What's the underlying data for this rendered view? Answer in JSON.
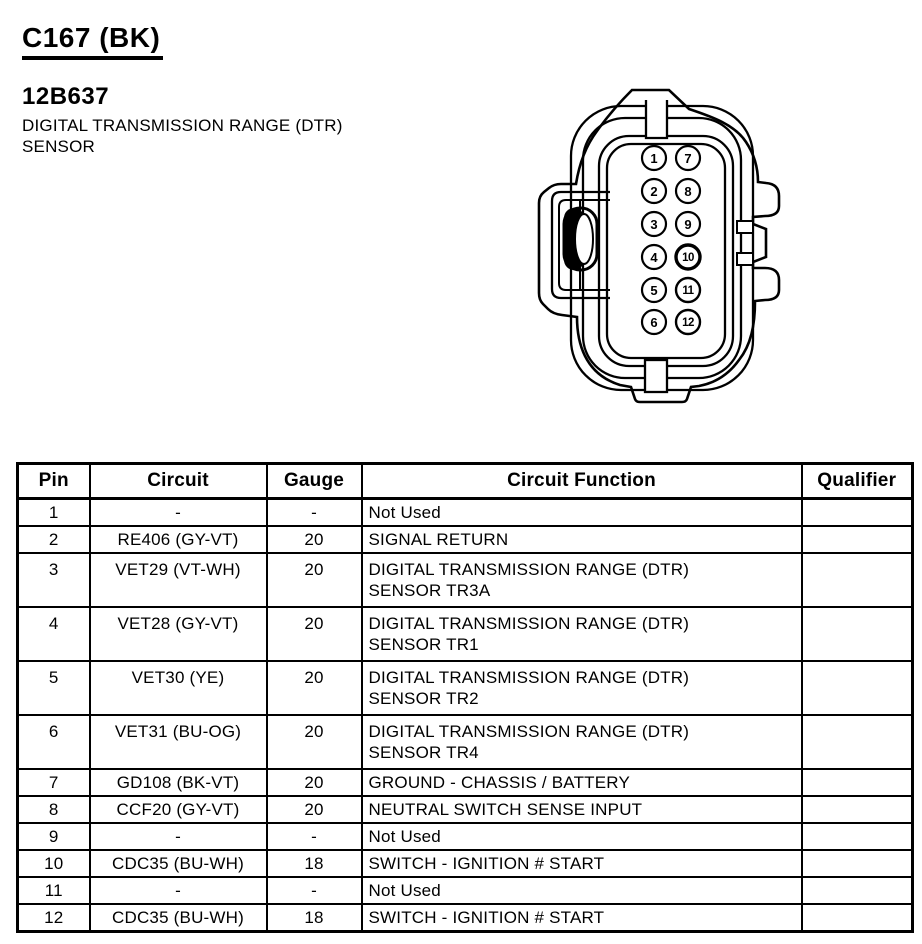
{
  "header": {
    "connector_id": "C167 (BK)",
    "part_number": "12B637",
    "description": "DIGITAL TRANSMISSION RANGE (DTR)\nSENSOR"
  },
  "connector": {
    "pins": [
      "1",
      "2",
      "3",
      "4",
      "5",
      "6",
      "7",
      "8",
      "9",
      "10",
      "11",
      "12"
    ]
  },
  "table": {
    "headers": {
      "pin": "Pin",
      "circuit": "Circuit",
      "gauge": "Gauge",
      "function": "Circuit Function",
      "qualifier": "Qualifier"
    },
    "rows": [
      {
        "pin": "1",
        "circuit": "-",
        "gauge": "-",
        "function": "Not Used",
        "qualifier": ""
      },
      {
        "pin": "2",
        "circuit": "RE406 (GY-VT)",
        "gauge": "20",
        "function": "SIGNAL RETURN",
        "qualifier": ""
      },
      {
        "pin": "3",
        "circuit": "VET29 (VT-WH)",
        "gauge": "20",
        "function": "DIGITAL TRANSMISSION RANGE (DTR)\nSENSOR TR3A",
        "qualifier": ""
      },
      {
        "pin": "4",
        "circuit": "VET28 (GY-VT)",
        "gauge": "20",
        "function": "DIGITAL TRANSMISSION RANGE (DTR)\nSENSOR TR1",
        "qualifier": ""
      },
      {
        "pin": "5",
        "circuit": "VET30 (YE)",
        "gauge": "20",
        "function": "DIGITAL TRANSMISSION RANGE (DTR)\nSENSOR TR2",
        "qualifier": ""
      },
      {
        "pin": "6",
        "circuit": "VET31 (BU-OG)",
        "gauge": "20",
        "function": "DIGITAL TRANSMISSION RANGE (DTR)\nSENSOR TR4",
        "qualifier": ""
      },
      {
        "pin": "7",
        "circuit": "GD108 (BK-VT)",
        "gauge": "20",
        "function": "GROUND - CHASSIS / BATTERY",
        "qualifier": ""
      },
      {
        "pin": "8",
        "circuit": "CCF20 (GY-VT)",
        "gauge": "20",
        "function": "NEUTRAL SWITCH SENSE INPUT",
        "qualifier": ""
      },
      {
        "pin": "9",
        "circuit": "-",
        "gauge": "-",
        "function": "Not Used",
        "qualifier": ""
      },
      {
        "pin": "10",
        "circuit": "CDC35 (BU-WH)",
        "gauge": "18",
        "function": "SWITCH - IGNITION # START",
        "qualifier": ""
      },
      {
        "pin": "11",
        "circuit": "-",
        "gauge": "-",
        "function": "Not Used",
        "qualifier": ""
      },
      {
        "pin": "12",
        "circuit": "CDC35 (BU-WH)",
        "gauge": "18",
        "function": "SWITCH - IGNITION # START",
        "qualifier": ""
      }
    ]
  },
  "colors": {
    "ink": "#000000",
    "paper": "#ffffff"
  }
}
